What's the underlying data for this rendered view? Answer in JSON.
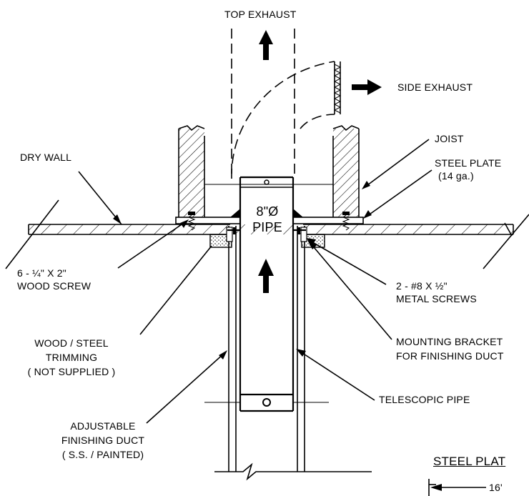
{
  "labels": {
    "top_exhaust": "TOP EXHAUST",
    "side_exhaust": "SIDE EXHAUST",
    "joist": "JOIST",
    "steel_plate_1": "STEEL PLATE",
    "steel_plate_2": "(14 ga.)",
    "dry_wall": "DRY WALL",
    "pipe_1": "8\"Ø",
    "pipe_2": "PIPE",
    "wood_screw_1": "6 - ¼\" X 2\"",
    "wood_screw_2": "WOOD SCREW",
    "metal_screws_1": "2 - #8 X ½\"",
    "metal_screws_2": "METAL SCREWS",
    "trimming_1": "WOOD / STEEL",
    "trimming_2": "TRIMMING",
    "trimming_3": "( NOT SUPPLIED )",
    "bracket_1": "MOUNTING BRACKET",
    "bracket_2": "FOR FINISHING DUCT",
    "telescopic": "TELESCOPIC  PIPE",
    "duct_1": "ADJUSTABLE",
    "duct_2": "FINISHING DUCT",
    "duct_3": "( S.S. / PAINTED)",
    "steel_plate_title": "STEEL PLAT",
    "dim": "16'"
  }
}
